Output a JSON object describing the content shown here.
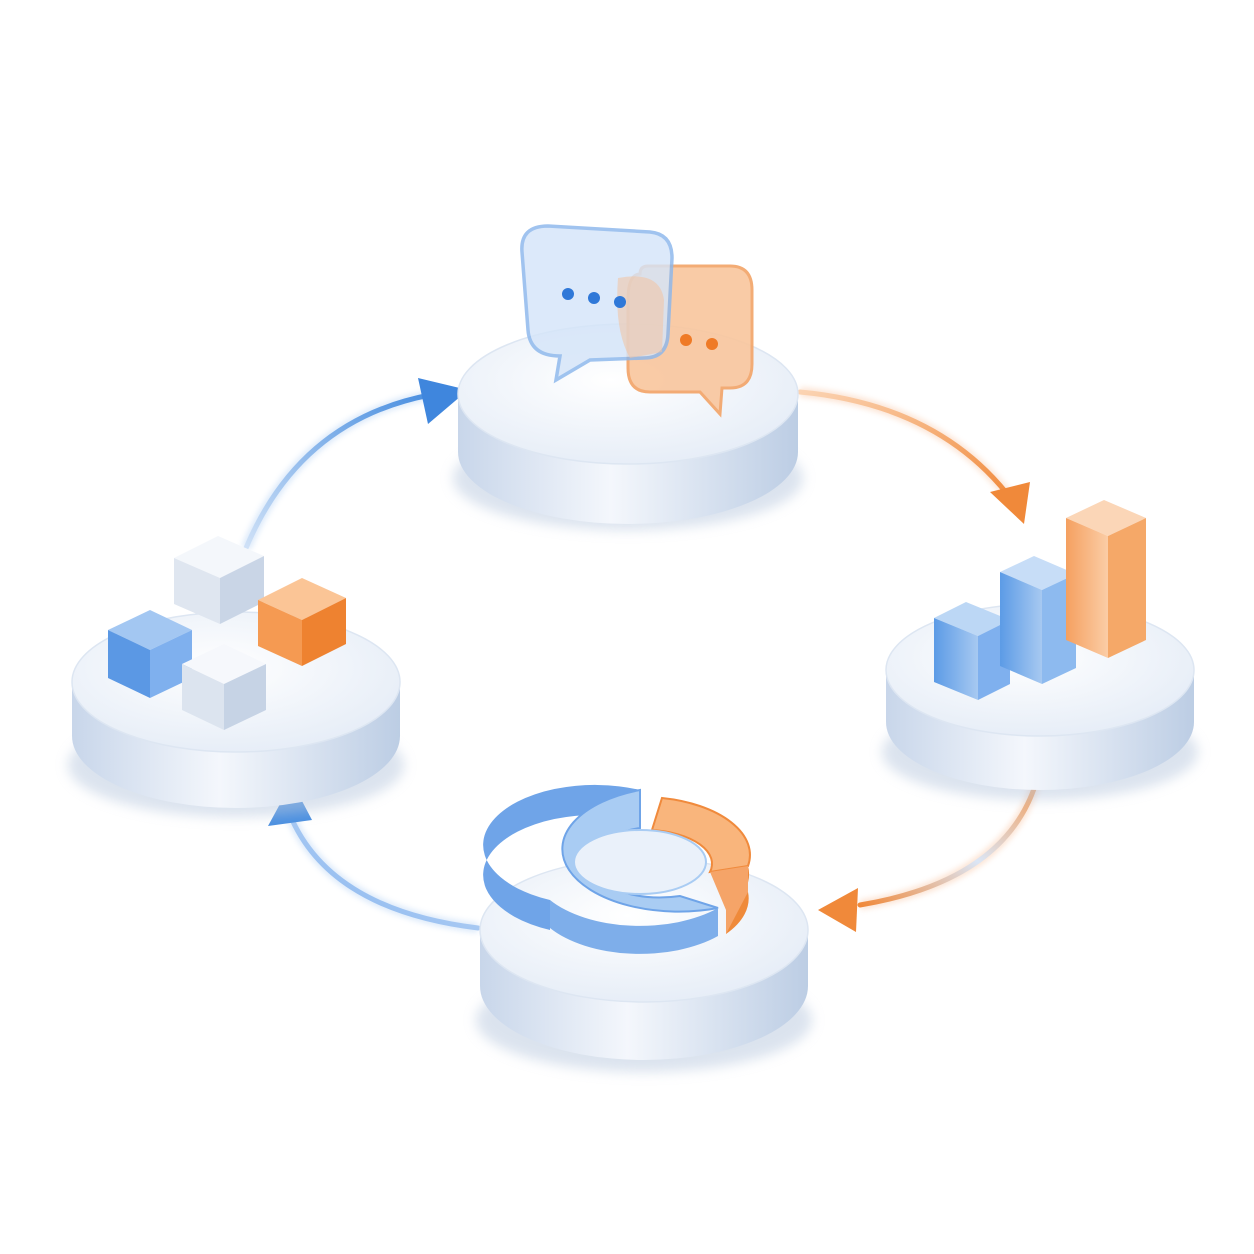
{
  "colors": {
    "background": "#ffffff",
    "blue": "#4a8fe0",
    "blue_light": "#a9cbf2",
    "orange": "#f0893a",
    "orange_light": "#f9c59a",
    "platform_top": "#eef3fa",
    "platform_side": "#c9d7ea",
    "cube_gray": "#e3e9f2"
  },
  "nodes": [
    {
      "id": "communication",
      "icon": "chat-bubbles-icon"
    },
    {
      "id": "analytics",
      "icon": "bar-chart-icon"
    },
    {
      "id": "distribution",
      "icon": "ring-chart-icon"
    },
    {
      "id": "modules",
      "icon": "cubes-icon"
    }
  ],
  "flows": [
    {
      "from": "communication",
      "to": "analytics",
      "color": "orange"
    },
    {
      "from": "analytics",
      "to": "distribution",
      "color": "orange"
    },
    {
      "from": "distribution",
      "to": "modules",
      "color": "blue"
    },
    {
      "from": "modules",
      "to": "communication",
      "color": "blue"
    }
  ]
}
